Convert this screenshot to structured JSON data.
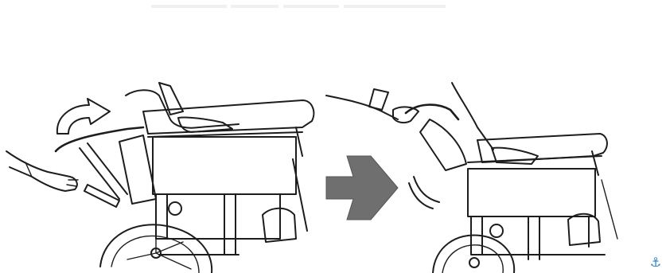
{
  "figure": {
    "steps": [
      {
        "id": "before",
        "name": "step-1"
      },
      {
        "id": "after",
        "name": "step-2"
      }
    ],
    "arrow_color": "#6f6f6f",
    "line_color": "#1d1d1d",
    "badge_icon": "anchor-icon",
    "badge_color": "#2f7fc1"
  }
}
